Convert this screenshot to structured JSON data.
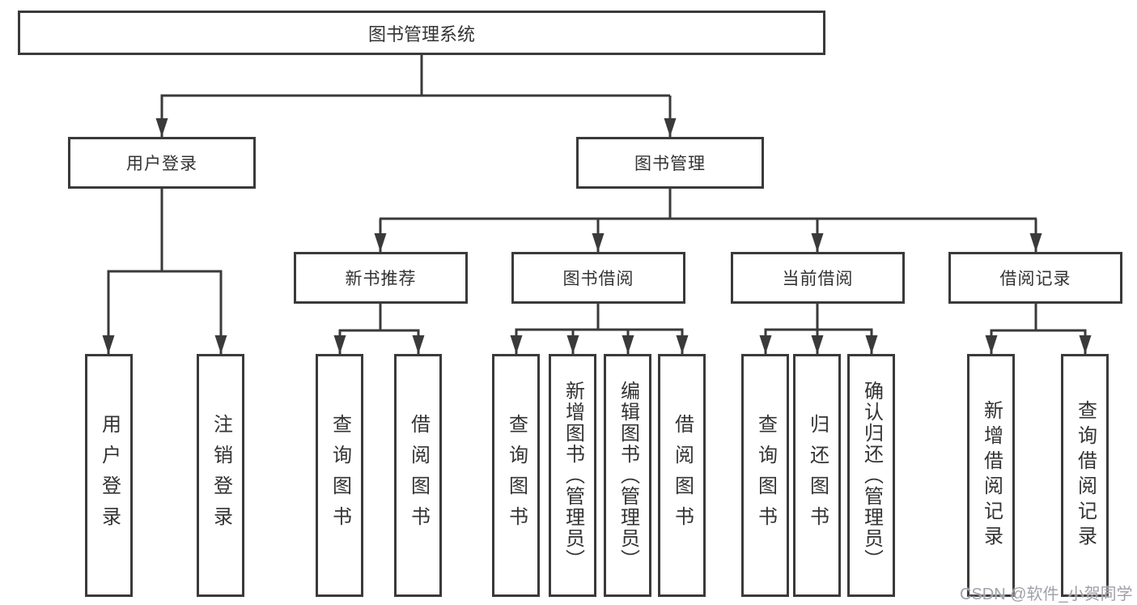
{
  "diagram_title": "图书管理系统",
  "colors": {
    "line": "#3a3a3a",
    "text": "#333333",
    "background": "#ffffff",
    "watermark": "#9fa1a8"
  },
  "nodes": {
    "root": "图书管理系统",
    "user_login": "用户登录",
    "book_mgmt": "图书管理",
    "new_book_rec": "新书推荐",
    "book_borrow": "图书借阅",
    "current_borrow": "当前借阅",
    "borrow_record": "借阅记录",
    "leaf_user_login": "用户登录",
    "leaf_logout": "注销登录",
    "leaf_nbr_query": "查询图书",
    "leaf_nbr_borrow": "借阅图书",
    "leaf_bb_query": "查询图书",
    "leaf_bb_add": "新增图书（管理员）",
    "leaf_bb_edit": "编辑图书（管理员）",
    "leaf_bb_borrow": "借阅图书",
    "leaf_cb_query": "查询图书",
    "leaf_cb_return": "归还图书",
    "leaf_cb_confirm": "确认归还（管理员）",
    "leaf_br_add": "新增借阅记录",
    "leaf_br_query": "查询借阅记录"
  },
  "edges": [
    {
      "parent": "图书管理系统",
      "child": "用户登录"
    },
    {
      "parent": "图书管理系统",
      "child": "图书管理"
    },
    {
      "parent": "用户登录",
      "child": "用户登录"
    },
    {
      "parent": "用户登录",
      "child": "注销登录"
    },
    {
      "parent": "图书管理",
      "child": "新书推荐"
    },
    {
      "parent": "图书管理",
      "child": "图书借阅"
    },
    {
      "parent": "图书管理",
      "child": "当前借阅"
    },
    {
      "parent": "图书管理",
      "child": "借阅记录"
    },
    {
      "parent": "新书推荐",
      "child": "查询图书"
    },
    {
      "parent": "新书推荐",
      "child": "借阅图书"
    },
    {
      "parent": "图书借阅",
      "child": "查询图书"
    },
    {
      "parent": "图书借阅",
      "child": "新增图书（管理员）"
    },
    {
      "parent": "图书借阅",
      "child": "编辑图书（管理员）"
    },
    {
      "parent": "图书借阅",
      "child": "借阅图书"
    },
    {
      "parent": "当前借阅",
      "child": "查询图书"
    },
    {
      "parent": "当前借阅",
      "child": "归还图书"
    },
    {
      "parent": "当前借阅",
      "child": "确认归还（管理员）"
    },
    {
      "parent": "借阅记录",
      "child": "新增借阅记录"
    },
    {
      "parent": "借阅记录",
      "child": "查询借阅记录"
    }
  ],
  "watermark": "CSDN @软件_小贺同学"
}
